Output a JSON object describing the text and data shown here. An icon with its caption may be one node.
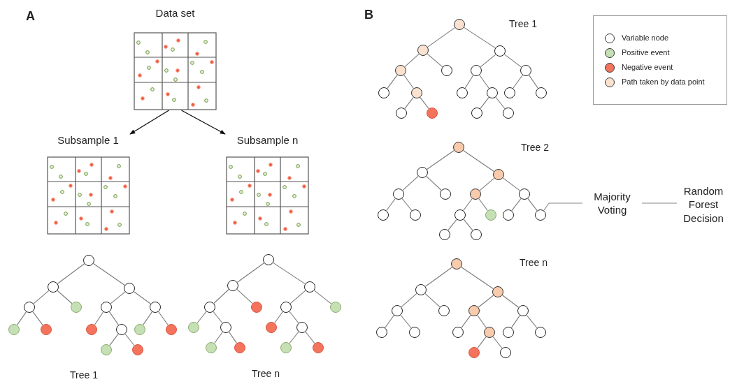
{
  "diagram": {
    "nodes": [
      {
        "text": [
          "Data set"
        ]
      },
      {
        "text": [
          "Subsample 1"
        ]
      },
      {
        "text": [
          "Subsample n"
        ]
      },
      {
        "text": [],
        "shape": "circle"
      },
      {
        "text": [],
        "shape": "circle"
      },
      {
        "text": [],
        "shape": "circle"
      },
      {
        "text": [],
        "shape": "circle"
      },
      {
        "text": [],
        "shape": "circle"
      },
      {
        "text": [],
        "shape": "circle"
      },
      {
        "text": [],
        "shape": "circle"
      },
      {
        "text": [],
        "shape": "circle"
      },
      {
        "text": [],
        "shape": "circle"
      },
      {
        "text": [],
        "shape": "circle"
      },
      {
        "text": [],
        "shape": "circle"
      },
      {
        "text": [],
        "shape": "circle"
      },
      {
        "text": [],
        "shape": "circle"
      },
      {
        "text": [],
        "shape": "circle"
      },
      {
        "text": [],
        "shape": "circle"
      },
      {
        "text": [],
        "shape": "circle"
      },
      {
        "text": [],
        "shape": "circle"
      },
      {
        "text": [],
        "shape": "circle"
      },
      {
        "text": [],
        "shape": "circle"
      },
      {
        "text": [],
        "shape": "circle"
      },
      {
        "text": [],
        "shape": "circle"
      },
      {
        "text": [],
        "shape": "circle"
      },
      {
        "text": [],
        "shape": "circle"
      },
      {
        "text": [],
        "shape": "circle"
      },
      {
        "text": [],
        "shape": "circle"
      },
      {
        "text": [],
        "shape": "circle"
      },
      {
        "text": [],
        "shape": "circle"
      },
      {
        "text": [],
        "shape": "circle"
      },
      {
        "text": [],
        "shape": "circle"
      },
      {
        "text": [],
        "shape": "circle"
      },
      {
        "text": [],
        "shape": "circle"
      },
      {
        "text": [],
        "shape": "circle"
      },
      {
        "text": [],
        "shape": "circle"
      },
      {
        "text": [],
        "shape": "circle"
      },
      {
        "text": [],
        "shape": "circle"
      },
      {
        "text": [],
        "shape": "circle"
      },
      {
        "text": [],
        "shape": "circle"
      },
      {
        "text": [],
        "shape": "circle"
      },
      {
        "text": [],
        "shape": "circle"
      },
      {
        "text": [],
        "shape": "circle"
      },
      {
        "text": [],
        "shape": "circle"
      },
      {
        "text": [],
        "shape": "circle"
      },
      {
        "text": [],
        "shape": "circle"
      },
      {
        "text": [],
        "shape": "circle"
      },
      {
        "text": [],
        "shape": "circle"
      },
      {
        "text": [],
        "shape": "circle"
      },
      {
        "text": [],
        "shape": "circle"
      },
      {
        "text": [],
        "shape": "circle"
      },
      {
        "text": [],
        "shape": "circle"
      },
      {
        "text": [],
        "shape": "circle"
      },
      {
        "text": [],
        "shape": "circle"
      },
      {
        "text": [],
        "shape": "circle"
      },
      {
        "text": [],
        "shape": "circle"
      },
      {
        "text": [],
        "shape": "circle"
      },
      {
        "text": [],
        "shape": "circle"
      },
      {
        "text": [],
        "shape": "circle"
      },
      {
        "text": [],
        "shape": "circle"
      },
      {
        "text": [],
        "shape": "circle"
      },
      {
        "text": [],
        "shape": "circle"
      },
      {
        "text": [],
        "shape": "circle"
      },
      {
        "text": [],
        "shape": "circle"
      },
      {
        "text": [],
        "shape": "circle"
      },
      {
        "text": [],
        "shape": "circle"
      },
      {
        "text": [],
        "shape": "circle"
      },
      {
        "text": [],
        "shape": "circle"
      },
      {
        "text": [],
        "shape": "circle"
      },
      {
        "text": [],
        "shape": "circle"
      },
      {
        "text": [],
        "shape": "circle"
      },
      {
        "text": [],
        "shape": "circle"
      },
      {
        "text": [],
        "shape": "circle"
      },
      {
        "text": [],
        "shape": "circle"
      },
      {
        "text": [],
        "shape": "circle"
      },
      {
        "text": [],
        "shape": "circle"
      },
      {
        "text": [],
        "shape": "circle"
      },
      {
        "text": [],
        "shape": "circle"
      },
      {
        "text": [],
        "shape": "circle"
      },
      {
        "text": [],
        "shape": "circle"
      },
      {
        "text": [
          "Majority Voting"
        ]
      },
      {
        "text": [
          "Random Forest Decision"
        ]
      }
    ],
    "edges": [
      {
        "from": 0,
        "to": 1,
        "arrow": "to",
        "color": "#111111"
      },
      {
        "from": 0,
        "to": 2,
        "arrow": "to",
        "color": "#111111"
      },
      {
        "from": 3,
        "to": 4,
        "arrow": "none"
      },
      {
        "from": 3,
        "to": 5,
        "arrow": "none"
      },
      {
        "from": 4,
        "to": 6,
        "arrow": "none"
      },
      {
        "from": 4,
        "to": 7,
        "arrow": "none"
      },
      {
        "from": 6,
        "to": 10,
        "arrow": "none"
      },
      {
        "from": 6,
        "to": 11,
        "arrow": "none"
      },
      {
        "from": 5,
        "to": 8,
        "arrow": "none"
      },
      {
        "from": 5,
        "to": 9,
        "arrow": "none"
      },
      {
        "from": 8,
        "to": 12,
        "arrow": "none"
      },
      {
        "from": 8,
        "to": 13,
        "arrow": "none"
      },
      {
        "from": 13,
        "to": 16,
        "arrow": "none"
      },
      {
        "from": 13,
        "to": 17,
        "arrow": "none"
      },
      {
        "from": 9,
        "to": 14,
        "arrow": "none"
      },
      {
        "from": 9,
        "to": 15,
        "arrow": "none"
      },
      {
        "from": 18,
        "to": 19,
        "arrow": "none"
      },
      {
        "from": 18,
        "to": 20,
        "arrow": "none"
      },
      {
        "from": 19,
        "to": 21,
        "arrow": "none"
      },
      {
        "from": 19,
        "to": 22,
        "arrow": "none"
      },
      {
        "from": 21,
        "to": 25,
        "arrow": "none"
      },
      {
        "from": 21,
        "to": 26,
        "arrow": "none"
      },
      {
        "from": 26,
        "to": 29,
        "arrow": "none"
      },
      {
        "from": 26,
        "to": 30,
        "arrow": "none"
      },
      {
        "from": 20,
        "to": 23,
        "arrow": "none"
      },
      {
        "from": 20,
        "to": 24,
        "arrow": "none"
      },
      {
        "from": 23,
        "to": 27,
        "arrow": "none"
      },
      {
        "from": 23,
        "to": 28,
        "arrow": "none"
      },
      {
        "from": 28,
        "to": 31,
        "arrow": "none"
      },
      {
        "from": 28,
        "to": 32,
        "arrow": "none"
      },
      {
        "from": 33,
        "to": 34,
        "arrow": "none"
      },
      {
        "from": 33,
        "to": 35,
        "arrow": "none"
      },
      {
        "from": 34,
        "to": 36,
        "arrow": "none"
      },
      {
        "from": 34,
        "to": 37,
        "arrow": "none"
      },
      {
        "from": 36,
        "to": 40,
        "arrow": "none"
      },
      {
        "from": 36,
        "to": 41,
        "arrow": "none"
      },
      {
        "from": 41,
        "to": 46,
        "arrow": "none"
      },
      {
        "from": 41,
        "to": 47,
        "arrow": "none"
      },
      {
        "from": 35,
        "to": 38,
        "arrow": "none"
      },
      {
        "from": 35,
        "to": 39,
        "arrow": "none"
      },
      {
        "from": 38,
        "to": 42,
        "arrow": "none"
      },
      {
        "from": 38,
        "to": 43,
        "arrow": "none"
      },
      {
        "from": 43,
        "to": 48,
        "arrow": "none"
      },
      {
        "from": 43,
        "to": 49,
        "arrow": "none"
      },
      {
        "from": 39,
        "to": 44,
        "arrow": "none"
      },
      {
        "from": 39,
        "to": 45,
        "arrow": "none"
      },
      {
        "from": 50,
        "to": 51,
        "arrow": "none"
      },
      {
        "from": 50,
        "to": 52,
        "arrow": "none"
      },
      {
        "from": 51,
        "to": 53,
        "arrow": "none"
      },
      {
        "from": 51,
        "to": 54,
        "arrow": "none"
      },
      {
        "from": 53,
        "to": 57,
        "arrow": "none"
      },
      {
        "from": 53,
        "to": 58,
        "arrow": "none"
      },
      {
        "from": 52,
        "to": 55,
        "arrow": "none"
      },
      {
        "from": 52,
        "to": 56,
        "arrow": "none"
      },
      {
        "from": 55,
        "to": 59,
        "arrow": "none"
      },
      {
        "from": 55,
        "to": 60,
        "arrow": "none"
      },
      {
        "from": 59,
        "to": 63,
        "arrow": "none"
      },
      {
        "from": 59,
        "to": 64,
        "arrow": "none"
      },
      {
        "from": 56,
        "to": 61,
        "arrow": "none"
      },
      {
        "from": 56,
        "to": 62,
        "arrow": "none"
      },
      {
        "from": 65,
        "to": 66,
        "arrow": "none"
      },
      {
        "from": 65,
        "to": 67,
        "arrow": "none"
      },
      {
        "from": 66,
        "to": 68,
        "arrow": "none"
      },
      {
        "from": 66,
        "to": 69,
        "arrow": "none"
      },
      {
        "from": 68,
        "to": 72,
        "arrow": "none"
      },
      {
        "from": 68,
        "to": 73,
        "arrow": "none"
      },
      {
        "from": 67,
        "to": 70,
        "arrow": "none"
      },
      {
        "from": 67,
        "to": 71,
        "arrow": "none"
      },
      {
        "from": 70,
        "to": 74,
        "arrow": "none"
      },
      {
        "from": 70,
        "to": 75,
        "arrow": "none"
      },
      {
        "from": 75,
        "to": 78,
        "arrow": "none"
      },
      {
        "from": 75,
        "to": 79,
        "arrow": "none"
      },
      {
        "from": 71,
        "to": 76,
        "arrow": "none"
      },
      {
        "from": 71,
        "to": 77,
        "arrow": "none"
      },
      {
        "from": 62,
        "to": 80,
        "arrow": "none"
      },
      {
        "from": 80,
        "to": 81,
        "arrow": "none"
      }
    ],
    "labels": [
      "A",
      "B",
      "Tree 1",
      "Tree 2",
      "Tree n",
      "Tree 1",
      "Tree n"
    ],
    "legend": [
      {
        "text": "Variable node",
        "color": "#ffffff"
      },
      {
        "text": "Positive event",
        "color": "#c5e0b4"
      },
      {
        "text": "Negative event",
        "color": "#f4735d"
      },
      {
        "text": "Path taken by data point",
        "color": "#fbe1d0"
      }
    ]
  }
}
